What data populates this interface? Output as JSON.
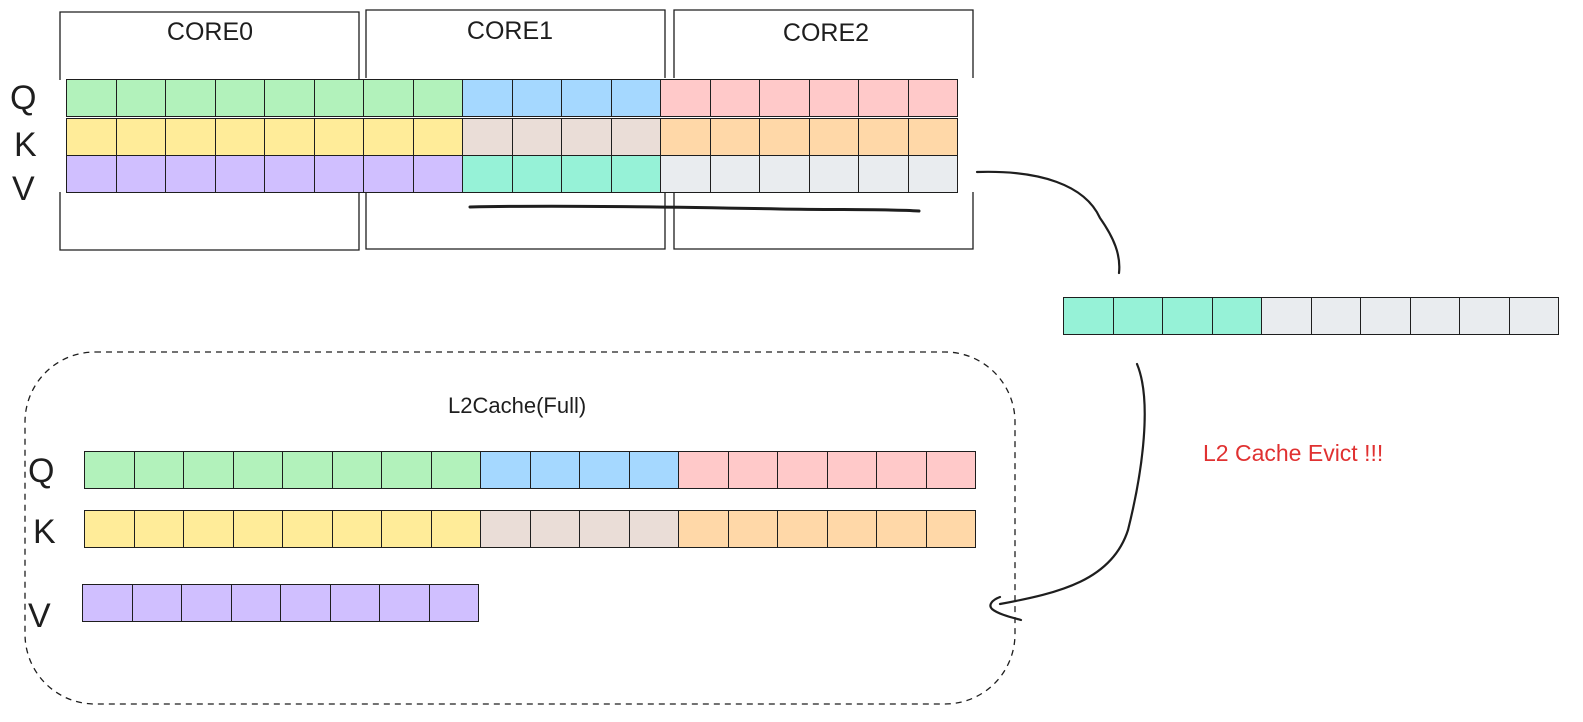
{
  "colors": {
    "green": "#b2f2bb",
    "blue": "#a5d8ff",
    "pink": "#ffc9c9",
    "yellow": "#ffec99",
    "beige": "#eaddd7",
    "orange": "#ffd8a8",
    "purple": "#d0bfff",
    "teal": "#96f2d7",
    "grey": "#e9ecef",
    "stroke": "#1e1e1e",
    "evict_text": "#e03131"
  },
  "cores": [
    {
      "label": "CORE0"
    },
    {
      "label": "CORE1"
    },
    {
      "label": "CORE2"
    }
  ],
  "top_rows": [
    {
      "label": "Q",
      "blocks": [
        "green",
        "green",
        "green",
        "green",
        "green",
        "green",
        "green",
        "green",
        "blue",
        "blue",
        "blue",
        "blue",
        "pink",
        "pink",
        "pink",
        "pink",
        "pink",
        "pink"
      ]
    },
    {
      "label": "K",
      "blocks": [
        "yellow",
        "yellow",
        "yellow",
        "yellow",
        "yellow",
        "yellow",
        "yellow",
        "yellow",
        "beige",
        "beige",
        "beige",
        "beige",
        "orange",
        "orange",
        "orange",
        "orange",
        "orange",
        "orange"
      ]
    },
    {
      "label": "V",
      "blocks": [
        "purple",
        "purple",
        "purple",
        "purple",
        "purple",
        "purple",
        "purple",
        "purple",
        "teal",
        "teal",
        "teal",
        "teal",
        "grey",
        "grey",
        "grey",
        "grey",
        "grey",
        "grey"
      ]
    }
  ],
  "moving_block": {
    "blocks": [
      "teal",
      "teal",
      "teal",
      "teal",
      "grey",
      "grey",
      "grey",
      "grey",
      "grey",
      "grey"
    ]
  },
  "l2cache": {
    "title": "L2Cache(Full)",
    "rows": [
      {
        "label": "Q",
        "blocks": [
          "green",
          "green",
          "green",
          "green",
          "green",
          "green",
          "green",
          "green",
          "blue",
          "blue",
          "blue",
          "blue",
          "pink",
          "pink",
          "pink",
          "pink",
          "pink",
          "pink"
        ]
      },
      {
        "label": "K",
        "blocks": [
          "yellow",
          "yellow",
          "yellow",
          "yellow",
          "yellow",
          "yellow",
          "yellow",
          "yellow",
          "beige",
          "beige",
          "beige",
          "beige",
          "orange",
          "orange",
          "orange",
          "orange",
          "orange",
          "orange"
        ]
      },
      {
        "label": "V",
        "blocks": [
          "purple",
          "purple",
          "purple",
          "purple",
          "purple",
          "purple",
          "purple",
          "purple"
        ]
      }
    ]
  },
  "evict_label": "L2 Cache Evict !!!"
}
